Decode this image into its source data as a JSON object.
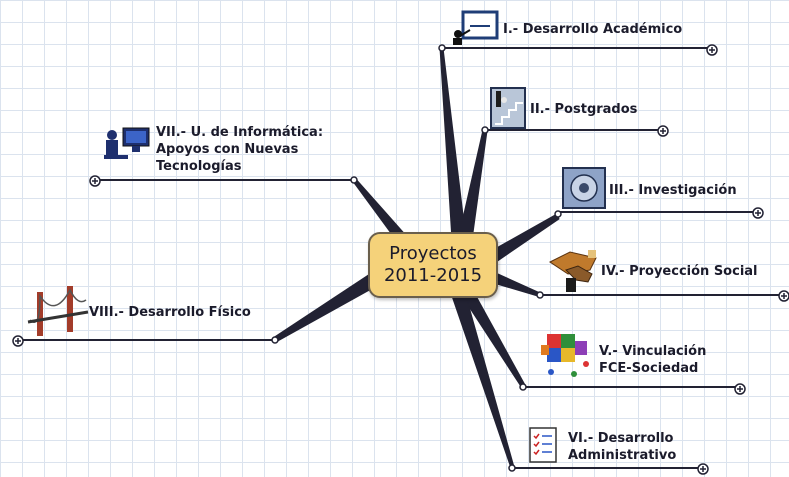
{
  "center": {
    "line1": "Proyectos",
    "line2": "2011-2015"
  },
  "branches": [
    {
      "id": "b1",
      "lines": [
        "I.- Desarrollo Académico"
      ],
      "icon": "person-at-board-icon"
    },
    {
      "id": "b2",
      "lines": [
        "II.- Postgrados"
      ],
      "icon": "stairs-climber-icon"
    },
    {
      "id": "b3",
      "lines": [
        "III.- Investigación"
      ],
      "icon": "research-seal-icon"
    },
    {
      "id": "b4",
      "lines": [
        "IV.- Proyección Social"
      ],
      "icon": "handshake-icon"
    },
    {
      "id": "b5",
      "lines": [
        "V.- Vinculación",
        "FCE-Sociedad"
      ],
      "icon": "puzzle-people-icon"
    },
    {
      "id": "b6",
      "lines": [
        "VI.- Desarrollo",
        "Administrativo"
      ],
      "icon": "checklist-icon"
    },
    {
      "id": "b7",
      "lines": [
        "VII.- U. de Informática:",
        "Apoyos con Nuevas",
        "Tecnologías"
      ],
      "icon": "computer-user-icon"
    },
    {
      "id": "b8",
      "lines": [
        "VIII.- Desarrollo Físico"
      ],
      "icon": "bridge-icon"
    }
  ]
}
